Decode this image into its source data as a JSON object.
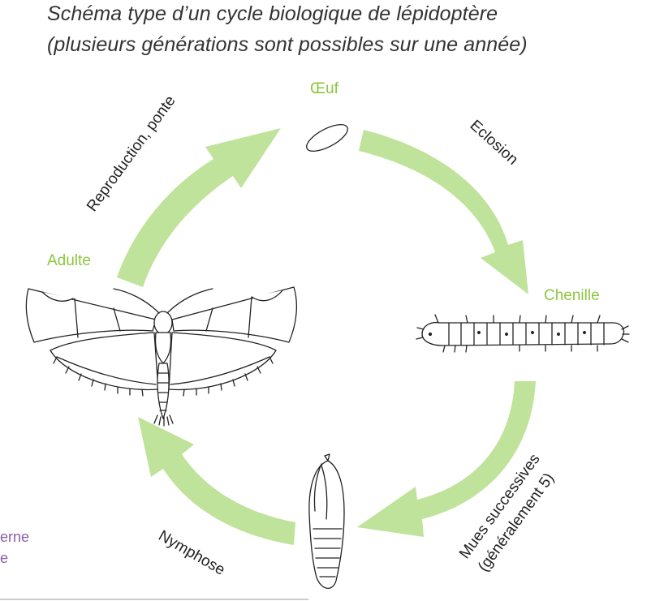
{
  "title": {
    "line1": "Schéma type d’un cycle biologique de lépidoptère",
    "line2": "(plusieurs générations sont possibles sur une année)"
  },
  "stages": {
    "egg": "Œuf",
    "caterpillar": "Chenille",
    "adult": "Adulte"
  },
  "transitions": {
    "hatching": "Eclosion",
    "molts_line1": "Mues successives",
    "molts_line2": "(généralement 5)",
    "pupation": "Nymphose",
    "reproduction": "Reproduction, ponte"
  },
  "side_fragment": {
    "line1": "erne",
    "line2": "e"
  },
  "colors": {
    "arrow": "#bfe39a",
    "stage_label": "#8cc63f",
    "transition_label": "#222222",
    "side_fragment": "#8b5fa8",
    "drawing_stroke": "#222222"
  },
  "icons": [
    "egg-icon",
    "caterpillar-icon",
    "chrysalis-icon",
    "moth-icon"
  ]
}
